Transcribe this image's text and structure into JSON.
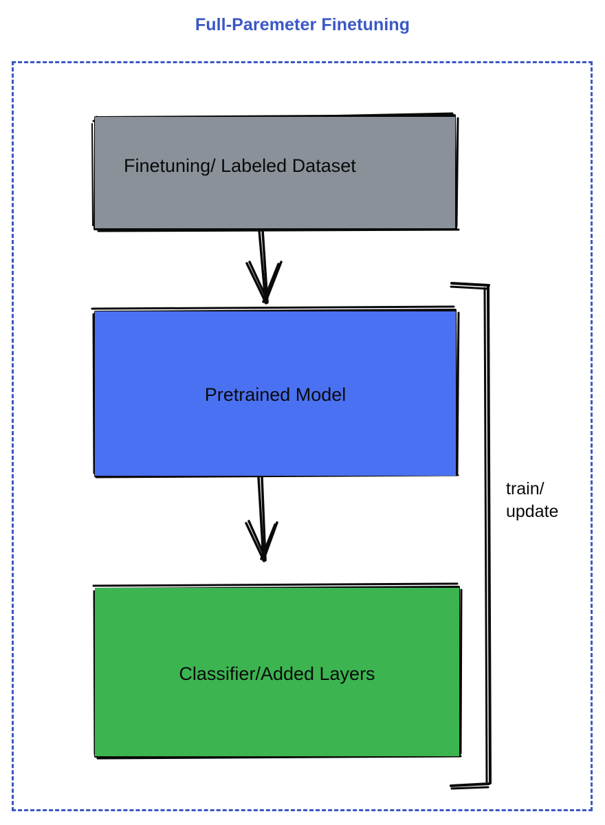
{
  "page": {
    "title": "Full-Paremeter Finetuning",
    "background": "#ffffff"
  },
  "colors": {
    "title_blue": "#3b57c4",
    "frame_dashed_blue": "#3b57c4",
    "dataset_gray": "#8a9199",
    "pretrained_blue": "#4a71f2",
    "classifier_green": "#3cb551",
    "stroke_black": "#0a0a0a",
    "text_black": "#0a0a0a"
  },
  "diagram": {
    "frame": {
      "style": "dashed",
      "color": "#3b57c4"
    },
    "nodes": [
      {
        "id": "dataset",
        "label": "Finetuning/ Labeled Dataset",
        "fill": "#8a9199"
      },
      {
        "id": "pretrained",
        "label": "Pretrained Model",
        "fill": "#4a71f2"
      },
      {
        "id": "classifier",
        "label": "Classifier/Added Layers",
        "fill": "#3cb551"
      }
    ],
    "edges": [
      {
        "id": "dataset-to-pretrained",
        "from": "dataset",
        "to": "pretrained",
        "label": "",
        "arrow": "down"
      },
      {
        "id": "pretrained-to-classifier",
        "from": "pretrained",
        "to": "classifier",
        "label": "",
        "arrow": "down"
      },
      {
        "id": "train-update-loop",
        "from": "classifier",
        "to": "pretrained",
        "label_line1": "train/",
        "label_line2": "update",
        "arrow": "none"
      }
    ]
  }
}
